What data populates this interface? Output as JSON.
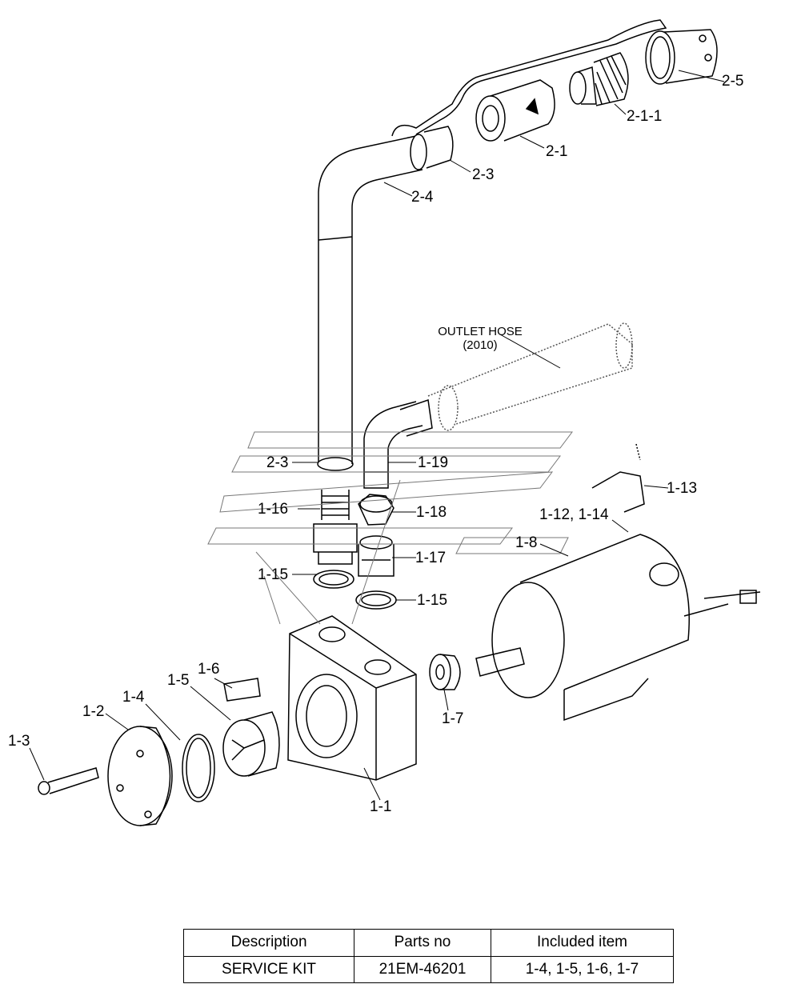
{
  "labels": {
    "l_2_5": "2-5",
    "l_2_1_1": "2-1-1",
    "l_2_1": "2-1",
    "l_2_3_top": "2-3",
    "l_2_4": "2-4",
    "l_2_3_low": "2-3",
    "l_1_19": "1-19",
    "l_1_16": "1-16",
    "l_1_18": "1-18",
    "l_1_13": "1-13",
    "l_1_12_14": "1-12, 1-14",
    "l_1_8": "1-8",
    "l_1_17": "1-17",
    "l_1_15_a": "1-15",
    "l_1_15_b": "1-15",
    "l_1_6": "1-6",
    "l_1_5": "1-5",
    "l_1_4": "1-4",
    "l_1_2": "1-2",
    "l_1_3": "1-3",
    "l_1_7": "1-7",
    "l_1_1": "1-1"
  },
  "outlet_note": {
    "line1": "OUTLET HOSE",
    "line2": "(2010)"
  },
  "kit_table": {
    "headers": [
      "Description",
      "Parts no",
      "Included item"
    ],
    "rows": [
      [
        "SERVICE KIT",
        "21EM-46201",
        "1-4, 1-5, 1-6, 1-7"
      ]
    ]
  }
}
